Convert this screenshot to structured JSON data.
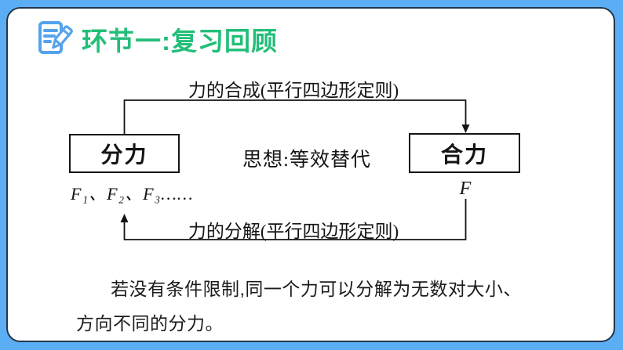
{
  "slide": {
    "header": {
      "icon": "notebook-pencil-icon",
      "title": "环节一:复习回顾"
    },
    "diagram": {
      "top_arrow_label": "力的合成(平行四边形定则)",
      "left_box_label": "分力",
      "right_box_label": "合力",
      "center_note": "思想:等效替代",
      "left_box_sub": "F₁、F₂、F₃……",
      "right_box_sub": "F",
      "bottom_arrow_label": "力的分解(平行四边形定则)"
    },
    "note_lines": [
      "若没有条件限制,同一个力可以分解为无数对大小、",
      "方向不同的分力。"
    ],
    "colors": {
      "background_blue": "#5BAEF3",
      "card_border_navy": "#22354A",
      "title_green": "#22BE78",
      "icon_blue": "#54A3EC",
      "diagram_ink": "#141414"
    }
  }
}
